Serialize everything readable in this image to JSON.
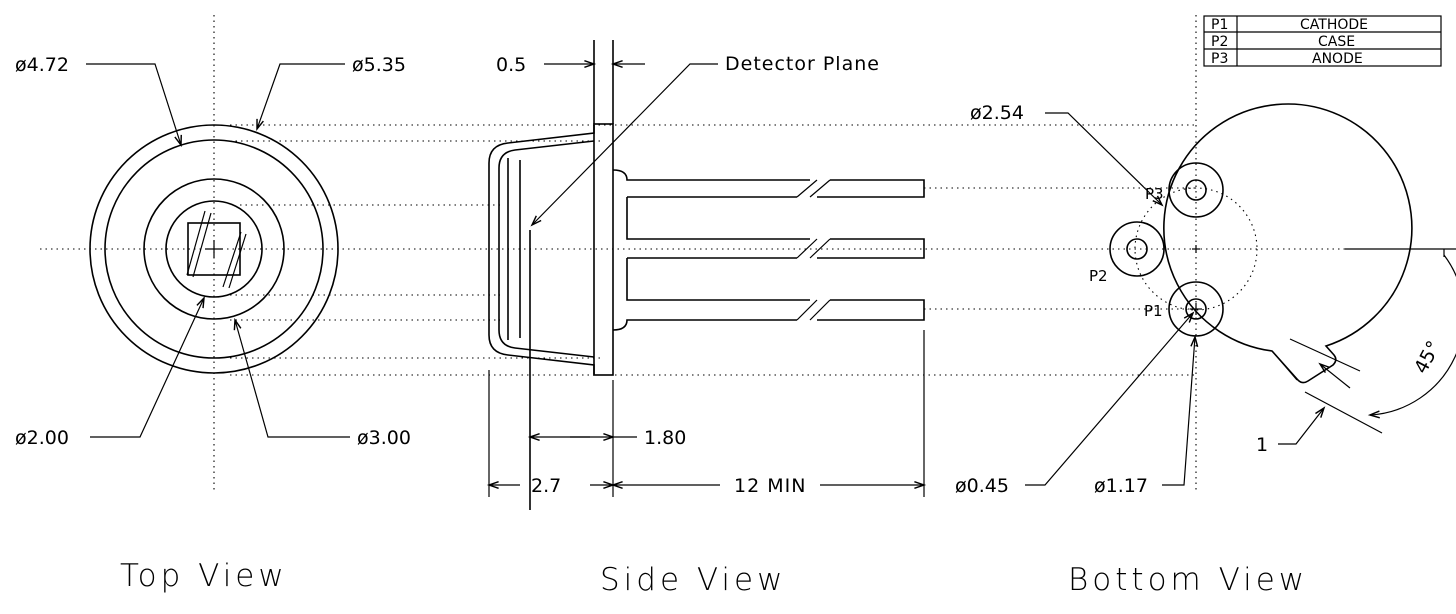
{
  "pin_table": [
    {
      "pin": "P1",
      "function": "CATHODE"
    },
    {
      "pin": "P2",
      "function": "CASE"
    },
    {
      "pin": "P3",
      "function": "ANODE"
    }
  ],
  "top_view": {
    "title": "Top View",
    "dim_outer": "ø5.35",
    "dim_cap": "ø4.72",
    "dim_window": "ø3.00",
    "dim_active": "ø2.00"
  },
  "side_view": {
    "title": "Side View",
    "dim_flange": "0.5",
    "detector_plane": "Detector Plane",
    "dim_plane": "1.80",
    "dim_body": "2.7",
    "dim_leads": "12 MIN"
  },
  "bottom_view": {
    "title": "Bottom View",
    "dim_pitch": "ø2.54",
    "dim_lead": "ø0.45",
    "dim_pad": "ø1.17",
    "dim_tab": "1",
    "angle": "45°",
    "pin_labels": [
      "P1",
      "P2",
      "P3"
    ]
  }
}
